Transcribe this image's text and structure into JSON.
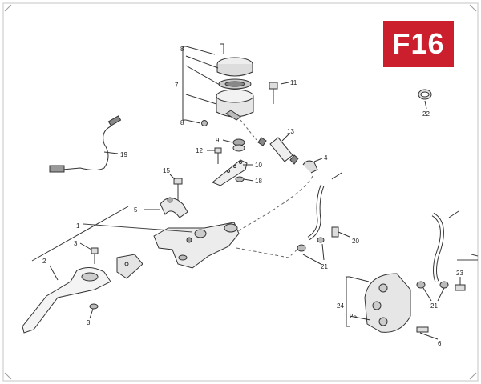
{
  "badge": {
    "label": "F16",
    "color": "#cc1f2d"
  },
  "callouts": {
    "c1": "1",
    "c2": "2",
    "c3a": "3",
    "c3b": "3",
    "c4": "4",
    "c5": "5",
    "c6": "6",
    "c7": "7",
    "c8a": "8",
    "c8b": "8",
    "c9": "9",
    "c10": "10",
    "c11": "11",
    "c12": "12",
    "c13": "13",
    "c15": "15",
    "c18": "18",
    "c19": "19",
    "c20": "20",
    "c21a": "21",
    "c21b": "21",
    "c22": "22",
    "c23": "23",
    "c24": "24",
    "c25": "25"
  }
}
